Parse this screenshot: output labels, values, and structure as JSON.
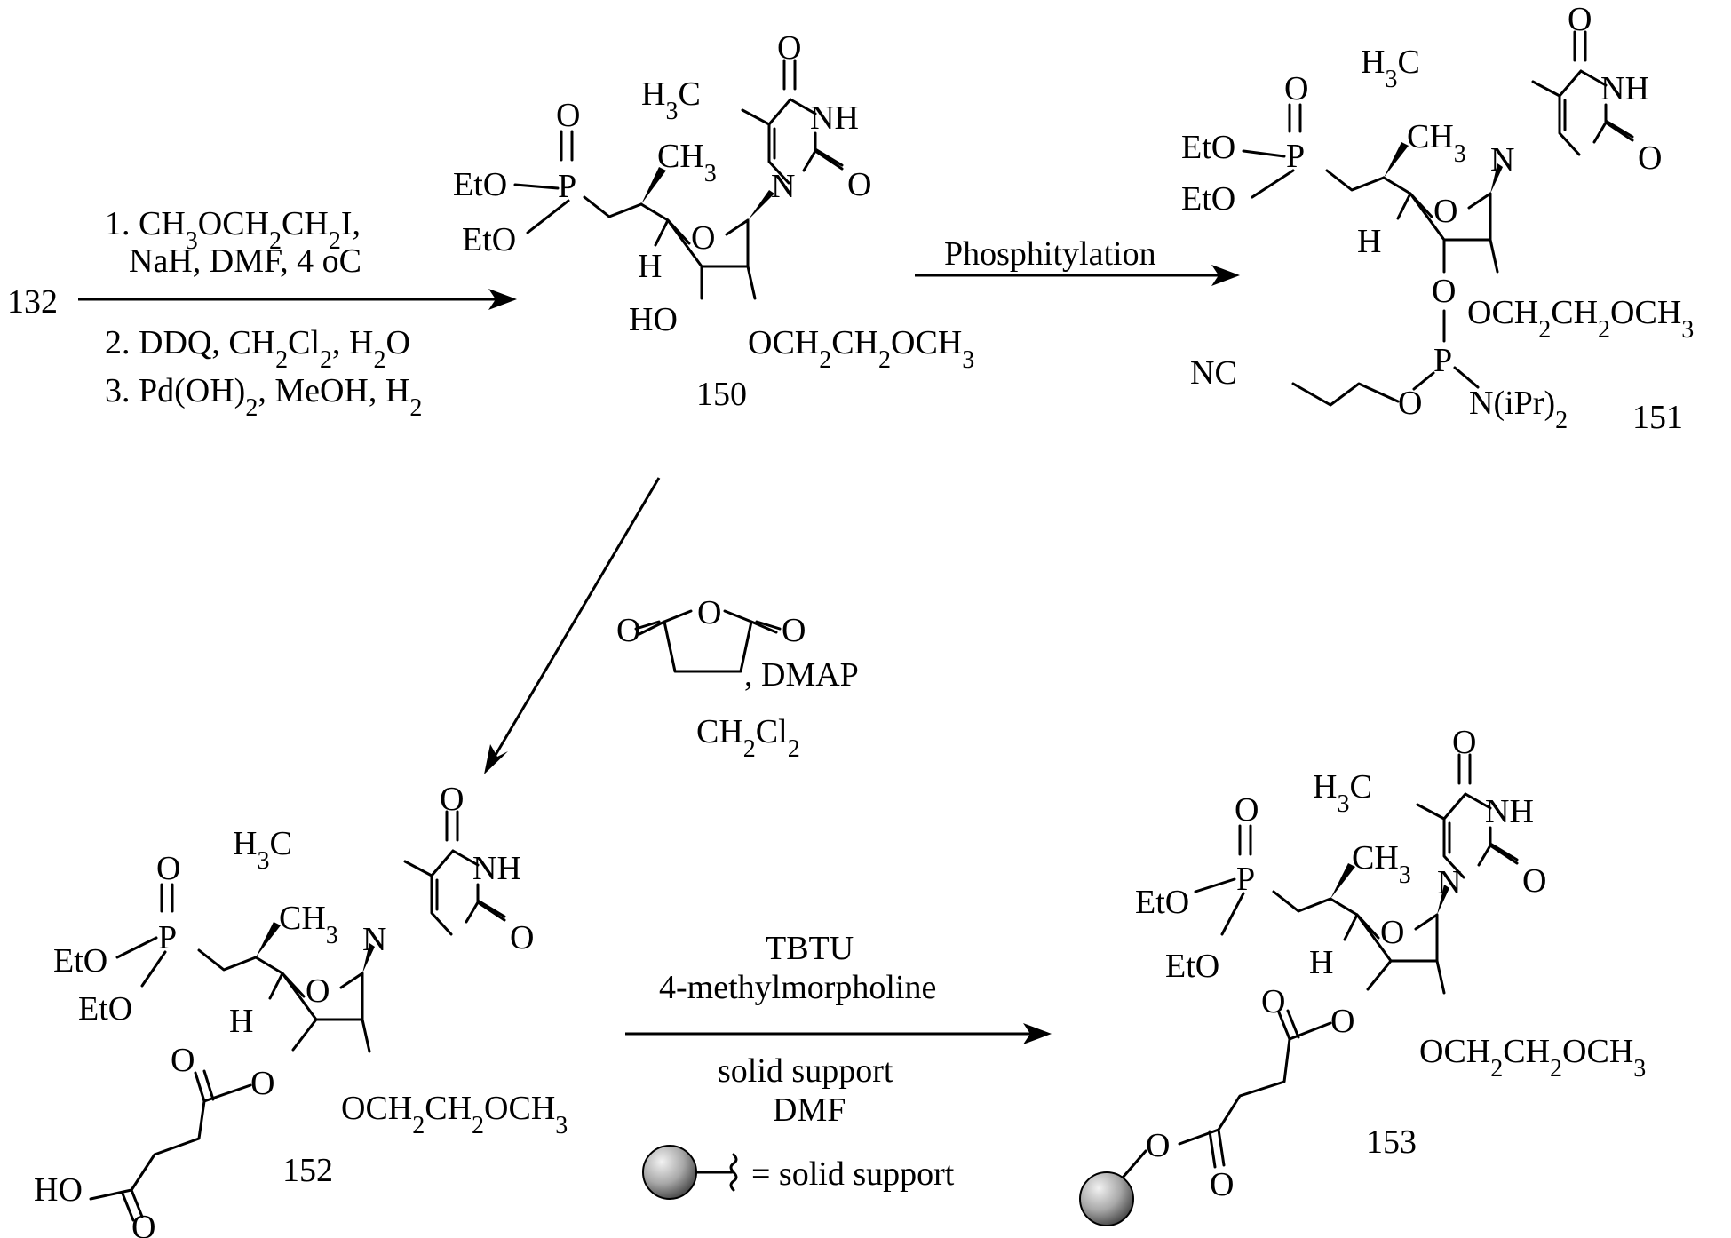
{
  "compounds": {
    "c132": {
      "id": "132"
    },
    "c150": {
      "id": "150",
      "labels": {
        "o_keto": "O",
        "nh": "NH",
        "o2": "O",
        "n1": "N",
        "h3c": "H3C",
        "p": "P",
        "p_o": "O",
        "eto1": "EtO",
        "eto2": "EtO",
        "ch3": "CH3",
        "ring_o": "O",
        "h": "H",
        "ho": "HO",
        "moe": "OCH2CH2OCH3"
      }
    },
    "c151": {
      "id": "151",
      "labels": {
        "o_keto": "O",
        "nh": "NH",
        "o2": "O",
        "n1": "N",
        "h3c": "H3C",
        "p": "P",
        "p_o": "O",
        "eto1": "EtO",
        "eto2": "EtO",
        "ch3": "CH3",
        "ring_o": "O",
        "h": "H",
        "o3": "O",
        "moe": "OCH2CH2OCH3",
        "p3": "P",
        "nc": "NC",
        "o_link": "O",
        "nipr": "N(iPr)2"
      }
    },
    "c152": {
      "id": "152",
      "labels": {
        "o_keto": "O",
        "nh": "NH",
        "o2": "O",
        "n1": "N",
        "h3c": "H3C",
        "p": "P",
        "p_o": "O",
        "eto1": "EtO",
        "eto2": "EtO",
        "ch3": "CH3",
        "ring_o": "O",
        "h": "H",
        "o3": "O",
        "moe": "OCH2CH2OCH3",
        "ester_o": "O",
        "acid_ho": "HO",
        "acid_o": "O"
      }
    },
    "c153": {
      "id": "153",
      "labels": {
        "o_keto": "O",
        "nh": "NH",
        "o2": "O",
        "n1": "N",
        "h3c": "H3C",
        "p": "P",
        "p_o": "O",
        "eto1": "EtO",
        "eto2": "EtO",
        "ch3": "CH3",
        "ring_o": "O",
        "h": "H",
        "o3": "O",
        "moe": "OCH2CH2OCH3",
        "ester_o": "O",
        "link_o": "O",
        "link_co": "O"
      }
    }
  },
  "reactions": {
    "step1": {
      "above_1": "1. CH3OCH2CH2I,",
      "above_2": "NaH, DMF,  4 oC",
      "below_1": "2. DDQ, CH2Cl2, H2O",
      "below_2": "3. Pd(OH)2, MeOH, H2"
    },
    "step2": {
      "above": "Phosphitylation"
    },
    "step3": {
      "anhydride_o_ring": "O",
      "anhydride_o_left": "O",
      "anhydride_o_right": "O",
      "reagent": ", DMAP",
      "solvent": "CH2Cl2"
    },
    "step4": {
      "above_1": "TBTU",
      "above_2": "4-methylmorpholine",
      "below_1": "solid support",
      "below_2": "DMF",
      "legend": "= solid support"
    }
  },
  "colors": {
    "ink": "#000000",
    "support_light": "#f2f2f2",
    "support_dark": "#444444"
  }
}
